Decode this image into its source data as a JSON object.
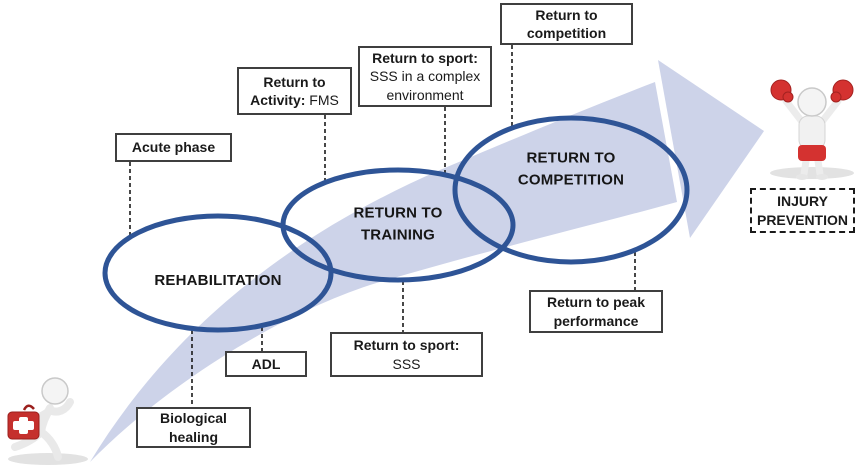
{
  "stages": [
    {
      "label": "REHABILITATION"
    },
    {
      "label": "RETURN TO\nTRAINING"
    },
    {
      "label": "RETURN TO\nCOMPETITION"
    }
  ],
  "milestones": [
    {
      "bold": "Acute phase",
      "regular": ""
    },
    {
      "bold": "Return to\nActivity:",
      "regular": " FMS"
    },
    {
      "bold": "Return to sport:",
      "regular": "\nSSS in a complex\nenvironment"
    },
    {
      "bold": "Return to\ncompetition",
      "regular": ""
    },
    {
      "bold": "ADL",
      "regular": ""
    },
    {
      "bold": "Biological\nhealing",
      "regular": ""
    },
    {
      "bold": "Return to sport:",
      "regular": "\nSSS"
    },
    {
      "bold": "Return to peak\nperformance",
      "regular": ""
    },
    {
      "bold": "INJURY\nPREVENTION",
      "regular": ""
    }
  ],
  "figures": [
    {
      "name": "injured-runner",
      "detail": "white 3D figure running with red first-aid kit"
    },
    {
      "name": "celebrating-athlete",
      "detail": "white 3D figure, arms raised, red boxing gloves and shorts"
    }
  ],
  "colors": {
    "arrow_fill": "#cdd3e9",
    "ellipse_stroke": "#2e5496",
    "box_border": "#3f3f3f",
    "text": "#1a1a1a",
    "accent_red": "#d43230",
    "figure_body": "#f2f2f2"
  }
}
